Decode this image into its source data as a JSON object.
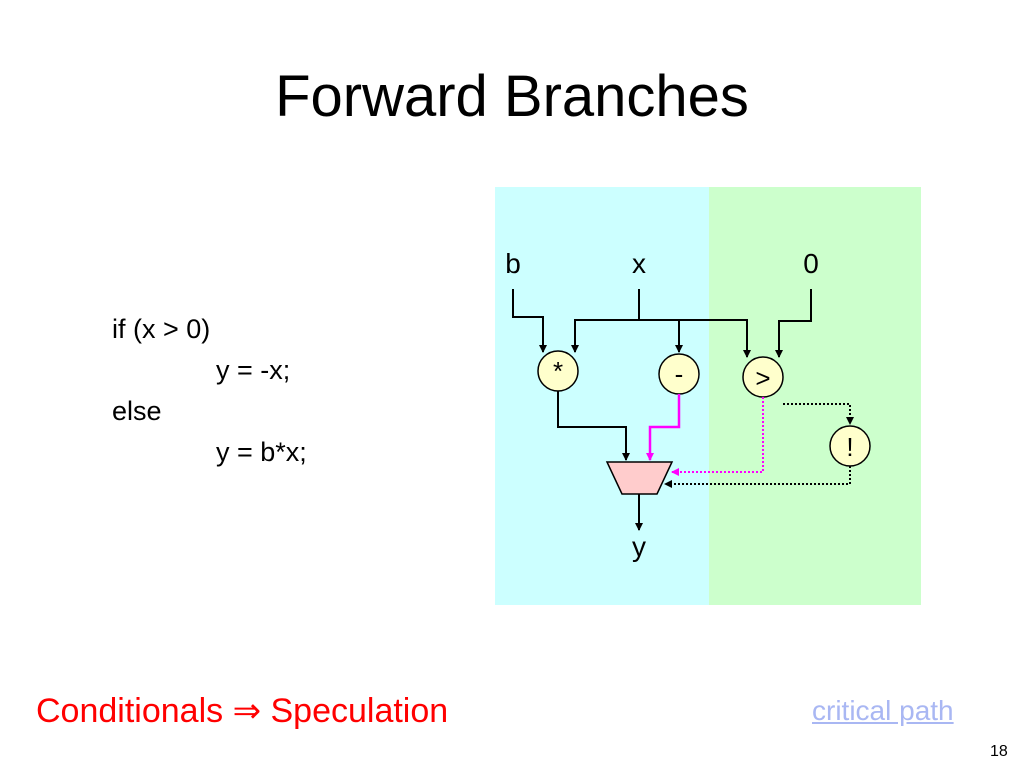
{
  "title": "Forward Branches",
  "code": {
    "line1": "if (x > 0)",
    "line2": "y = -x;",
    "line3": "else",
    "line4": "y = b*x;"
  },
  "diagram": {
    "inputs": {
      "b": "b",
      "x": "x",
      "zero": "0"
    },
    "operators": {
      "multiply": "*",
      "negate": "-",
      "greater_than": ">",
      "not": "!"
    },
    "output": "y",
    "colors": {
      "left_region": "#ccffff",
      "right_region": "#ccffcc",
      "operator_fill": "#ffffcc",
      "mux_fill": "#ffcccc",
      "critical_path": "#ff00ff"
    }
  },
  "bottom_note": "Conditionals ⇒ Speculation",
  "critical_path_link": "critical path",
  "slide_number": "18"
}
